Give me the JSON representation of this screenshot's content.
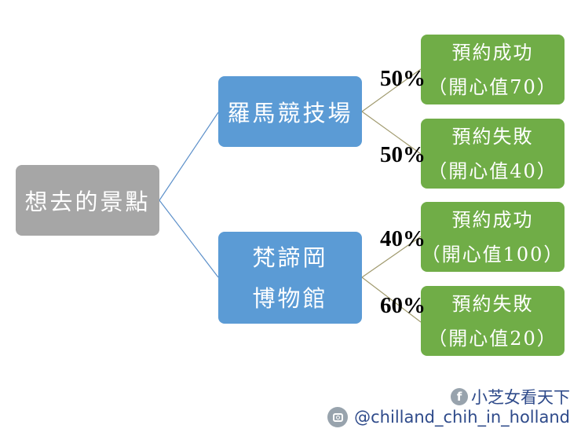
{
  "diagram": {
    "type": "decision-tree",
    "root": {
      "label": "想去的景點",
      "color": "#a6a6a6"
    },
    "branches": [
      {
        "label": "羅馬競技場",
        "color": "#5b9bd5",
        "outcomes": [
          {
            "probability": "50%",
            "line1": "預約成功",
            "line2": "（開心值70）",
            "color": "#70ad47"
          },
          {
            "probability": "50%",
            "line1": "預約失敗",
            "line2": "（開心值40）",
            "color": "#70ad47"
          }
        ]
      },
      {
        "label_line1": "梵諦岡",
        "label_line2": "博物館",
        "color": "#5b9bd5",
        "outcomes": [
          {
            "probability": "40%",
            "line1": "預約成功",
            "line2": "（開心值100）",
            "color": "#70ad47"
          },
          {
            "probability": "60%",
            "line1": "預約失敗",
            "line2": "（開心值20）",
            "color": "#70ad47"
          }
        ]
      }
    ],
    "connector_colors": {
      "root_to_branch": "#5b8fc9",
      "branch_to_outcome": "#a09a6e"
    }
  },
  "footer": {
    "facebook": {
      "icon": "facebook-icon",
      "text": "小芝女看天下"
    },
    "instagram": {
      "icon": "instagram-icon",
      "text": "@chilland_chih_in_holland"
    }
  }
}
